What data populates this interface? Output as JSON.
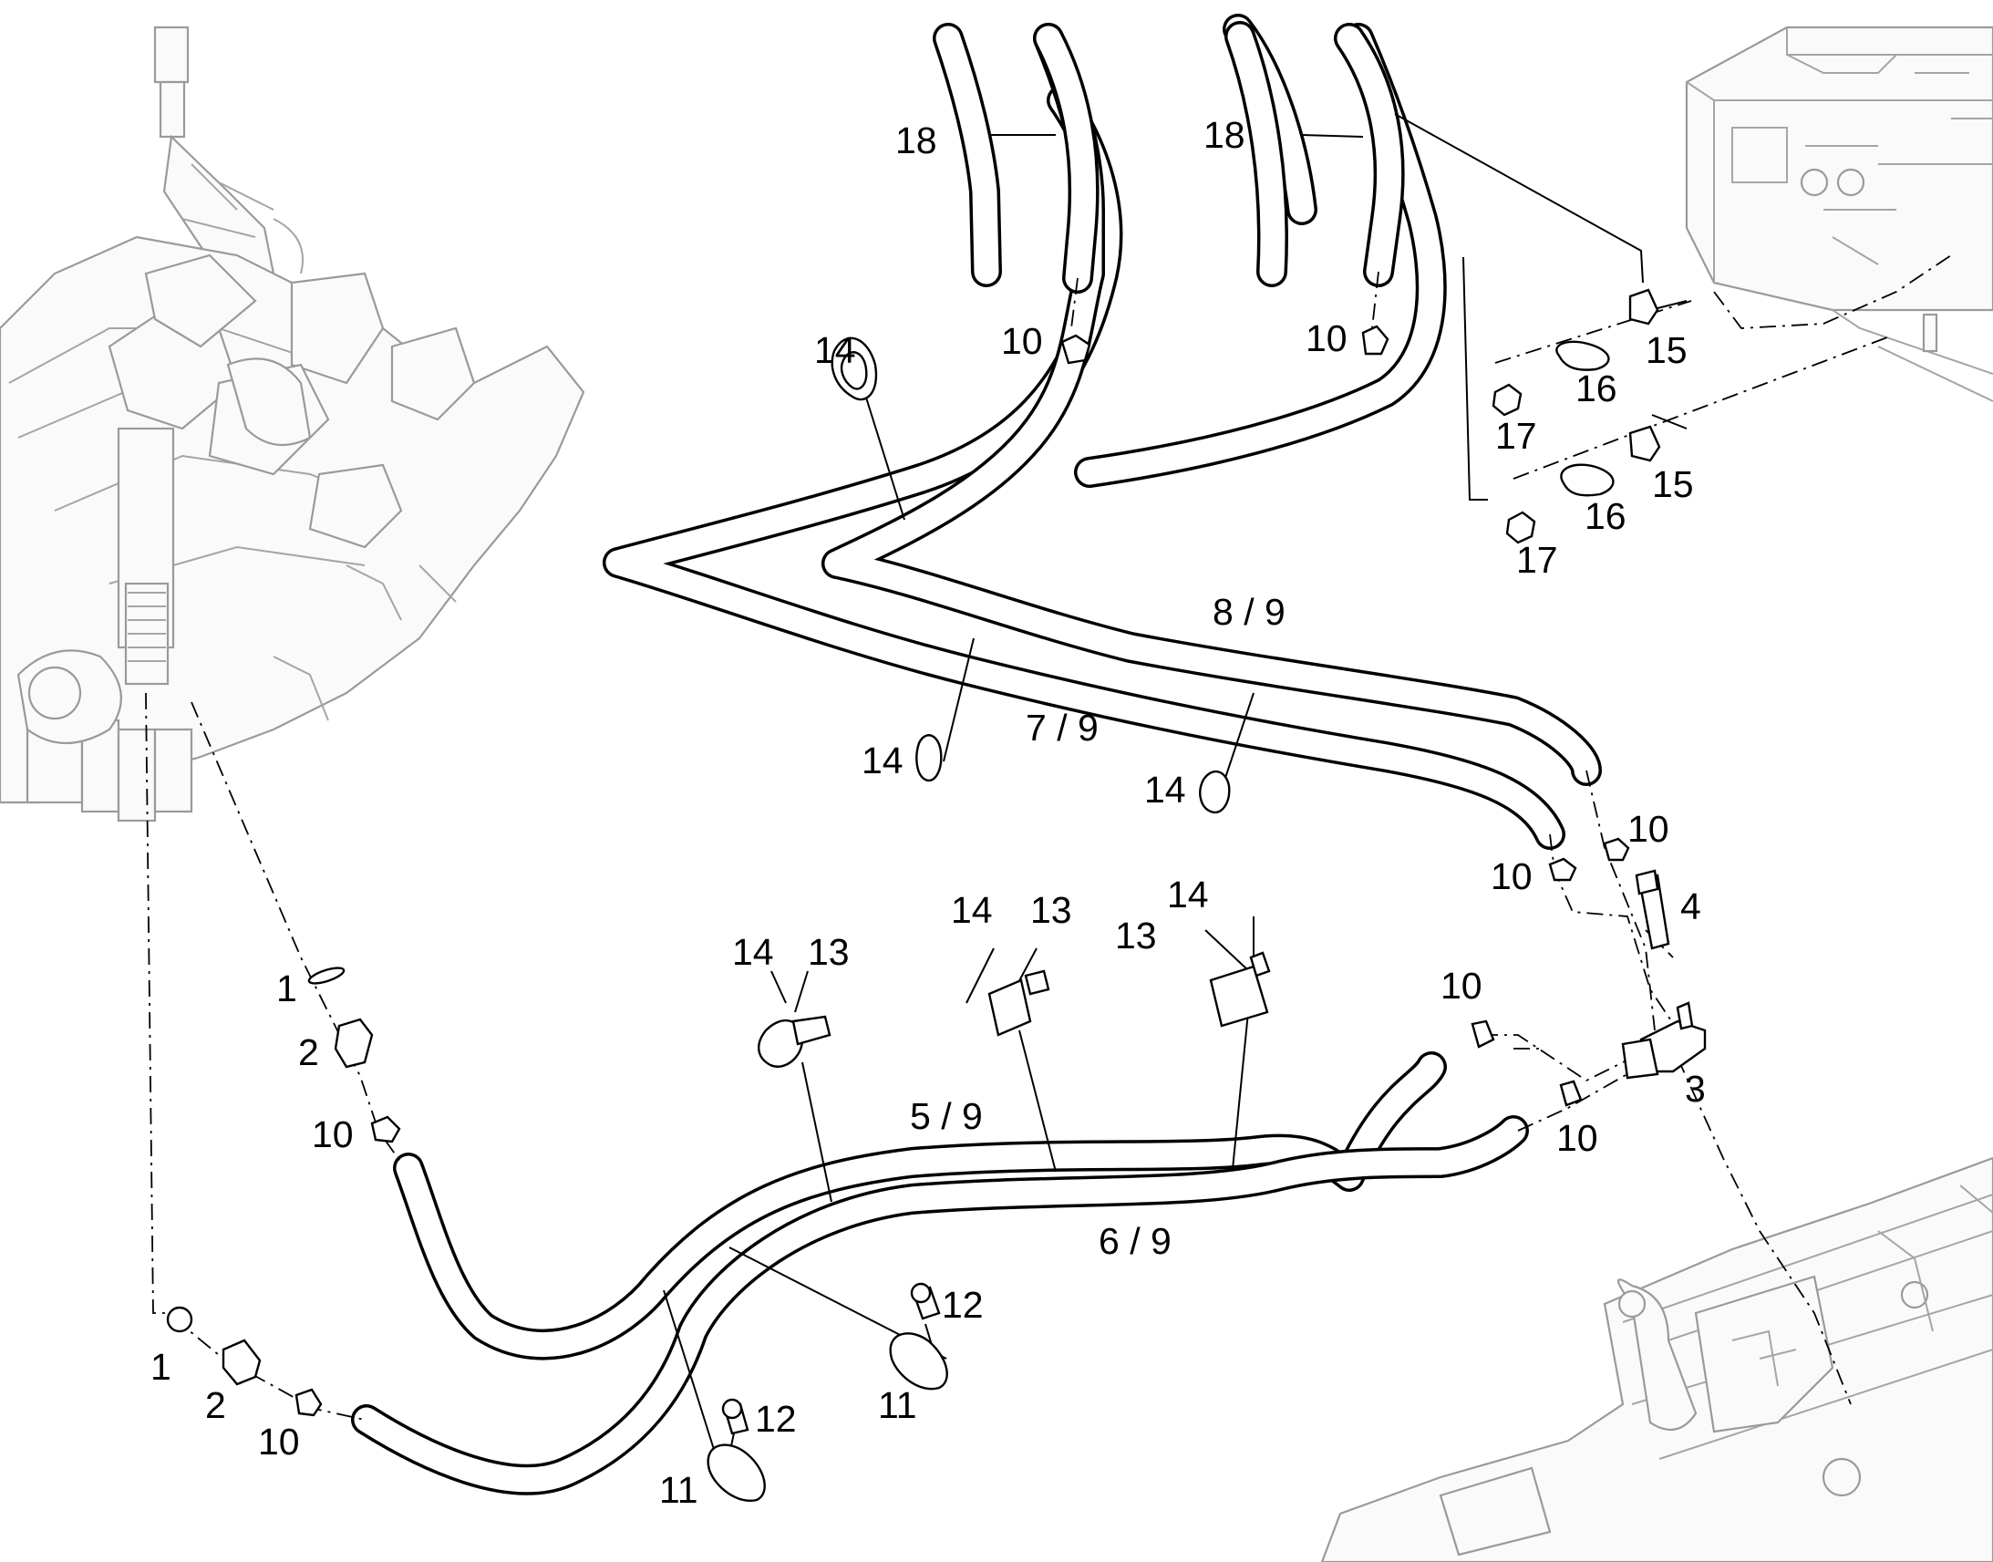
{
  "labels": {
    "l18a": "18",
    "l18b": "18",
    "l14a": "14",
    "l10a": "10",
    "l10b": "10",
    "l15a": "15",
    "l16a": "16",
    "l17a": "17",
    "l15b": "15",
    "l16b": "16",
    "l17b": "17",
    "l89": "8 / 9",
    "l79": "7 / 9",
    "l14b": "14",
    "l14c": "14",
    "l10c": "10",
    "l10d": "10",
    "l4": "4",
    "l14d": "14",
    "l13d": "13",
    "l14e": "14",
    "l13e": "13",
    "l14f": "14",
    "l13f": "13",
    "l1a": "1",
    "l2a": "2",
    "l10e": "10",
    "l10f": "10",
    "l3": "3",
    "l10g": "10",
    "l59": "5 / 9",
    "l69": "6 / 9",
    "l12a": "12",
    "l11a": "11",
    "l12b": "12",
    "l11b": "11",
    "l1b": "1",
    "l2b": "2",
    "l10h": "10"
  }
}
